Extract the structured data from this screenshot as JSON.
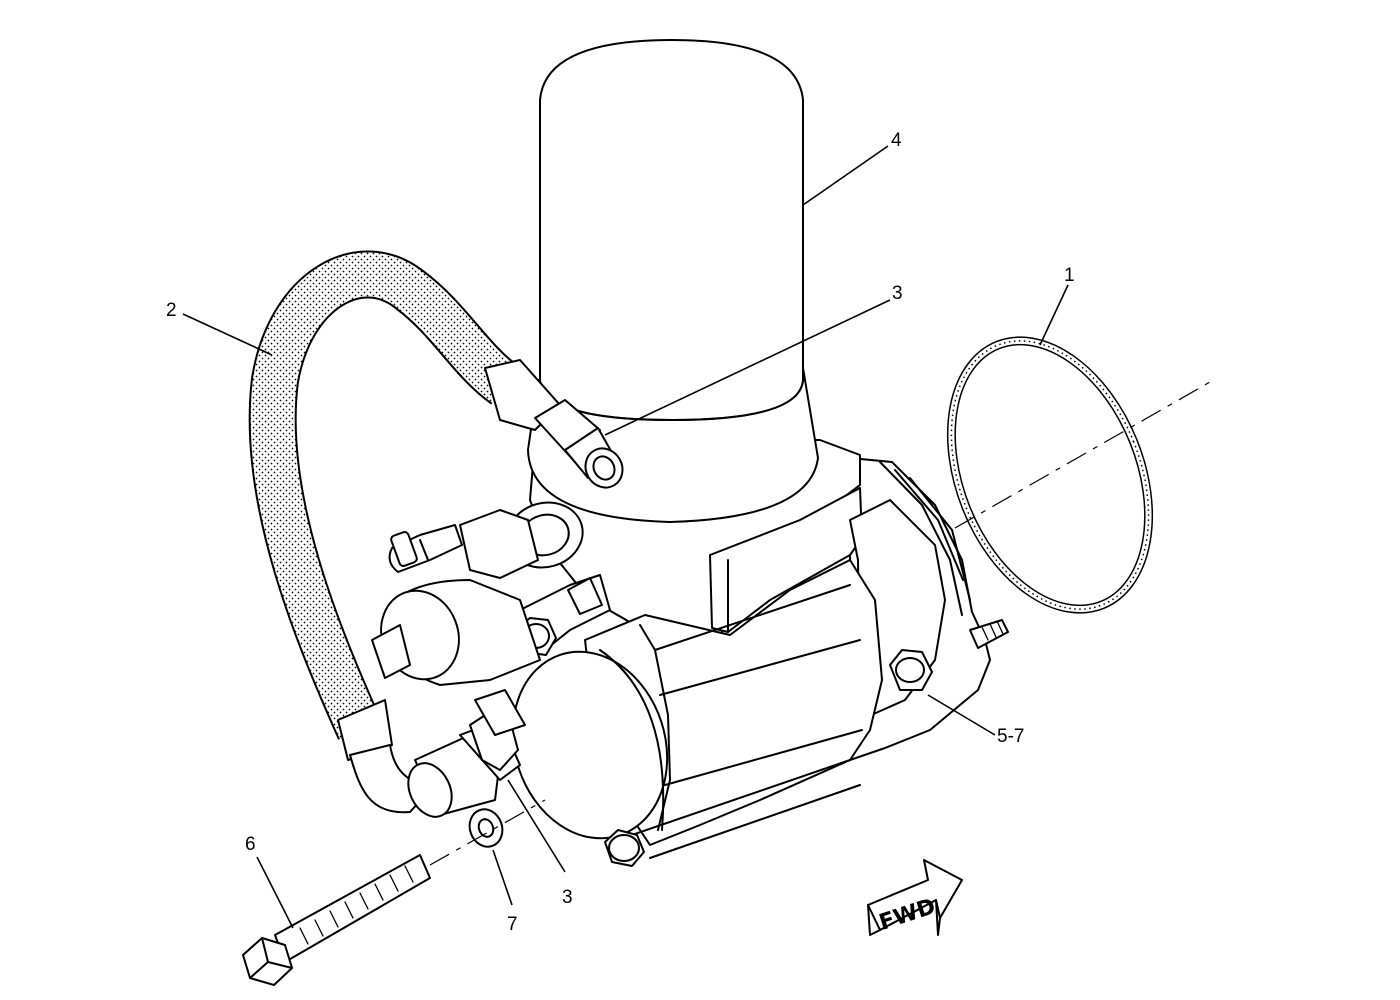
{
  "callouts": {
    "c1": "1",
    "c2": "2",
    "c3_upper": "3",
    "c3_lower": "3",
    "c4": "4",
    "c5_7": "5-7",
    "c6": "6",
    "c7": "7"
  },
  "direction_arrow": {
    "label": "FWD"
  },
  "parts": [
    "o-ring-seal",
    "hose-assembly",
    "fitting",
    "fuel-filter",
    "mounting-bolt",
    "washer"
  ],
  "colors": {
    "line": "#000000",
    "background": "#ffffff"
  }
}
